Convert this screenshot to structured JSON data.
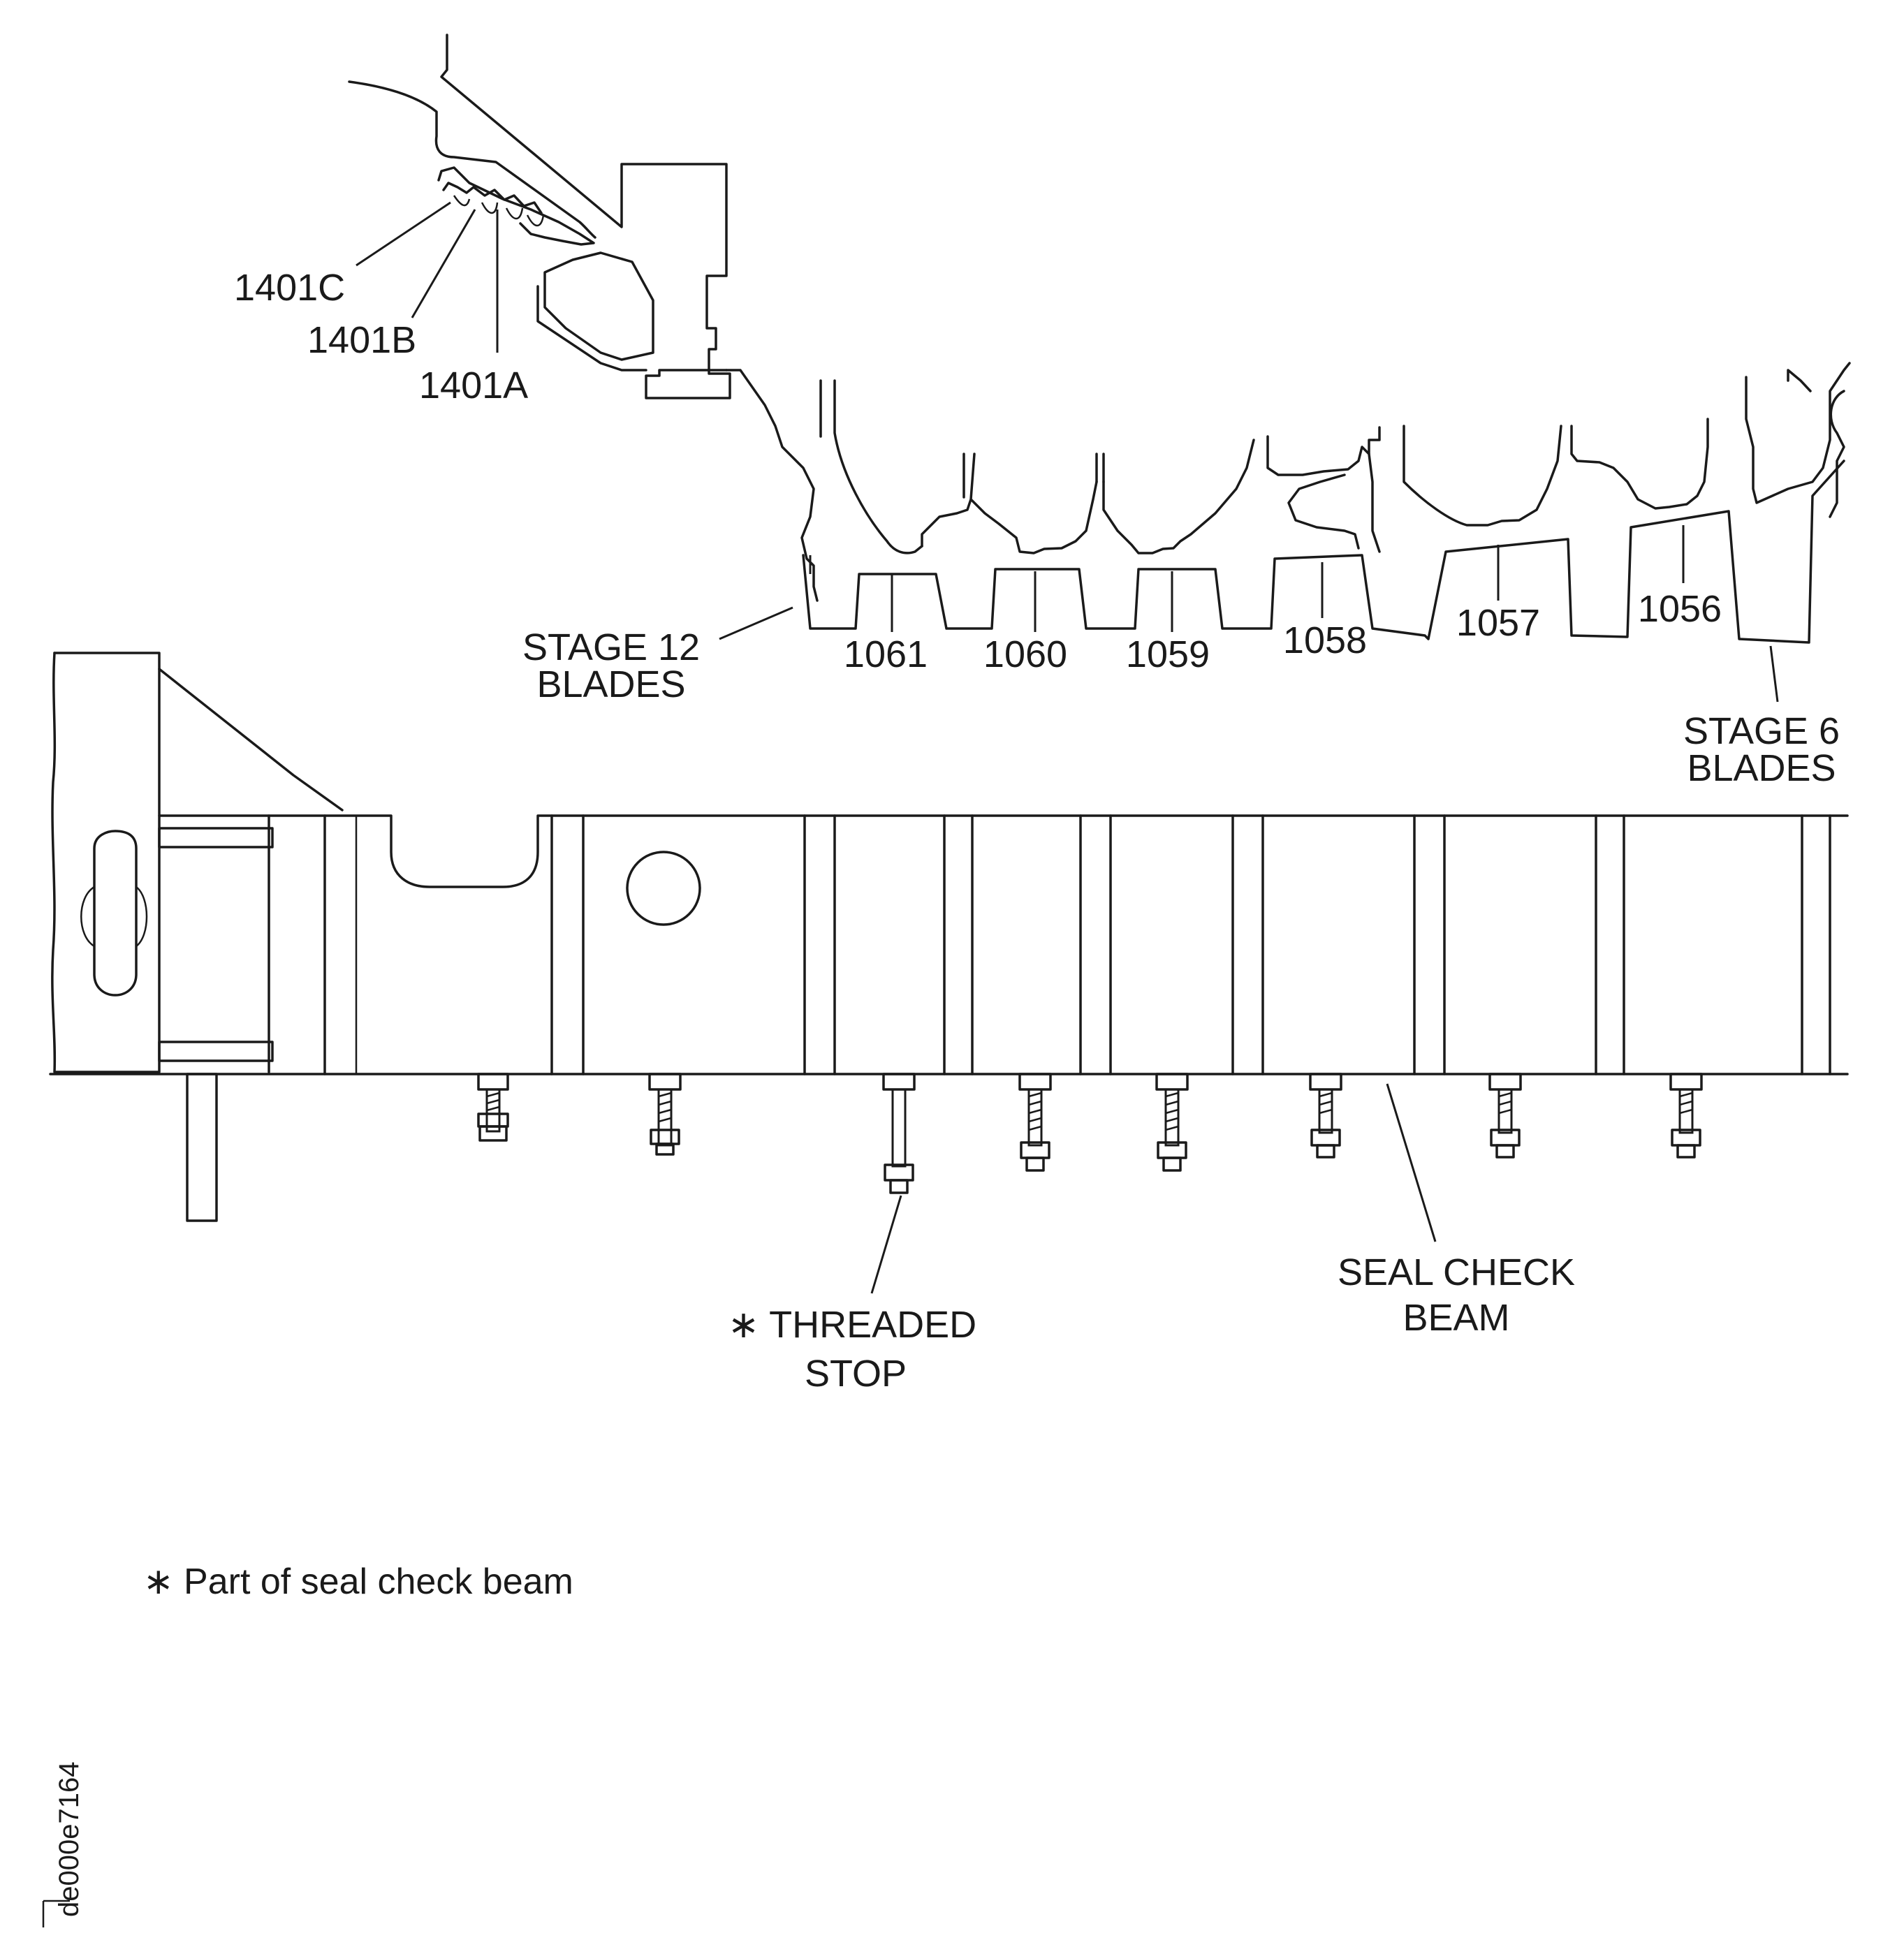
{
  "callouts": {
    "seal_1401c": "1401C",
    "seal_1401b": "1401B",
    "seal_1401a": "1401A",
    "stage12_line1": "STAGE 12",
    "stage12_line2": "BLADES",
    "stage6_line1": "STAGE 6",
    "stage6_line2": "BLADES",
    "blade_1061": "1061",
    "blade_1060": "1060",
    "blade_1059": "1059",
    "blade_1058": "1058",
    "blade_1057": "1057",
    "blade_1056": "1056",
    "threaded_stop_line1": "∗ THREADED",
    "threaded_stop_line2": "STOP",
    "seal_check_beam_line1": "SEAL CHECK",
    "seal_check_beam_line2": "BEAM"
  },
  "footnote": "∗ Part of seal check beam",
  "figure_id": "de000e7164"
}
